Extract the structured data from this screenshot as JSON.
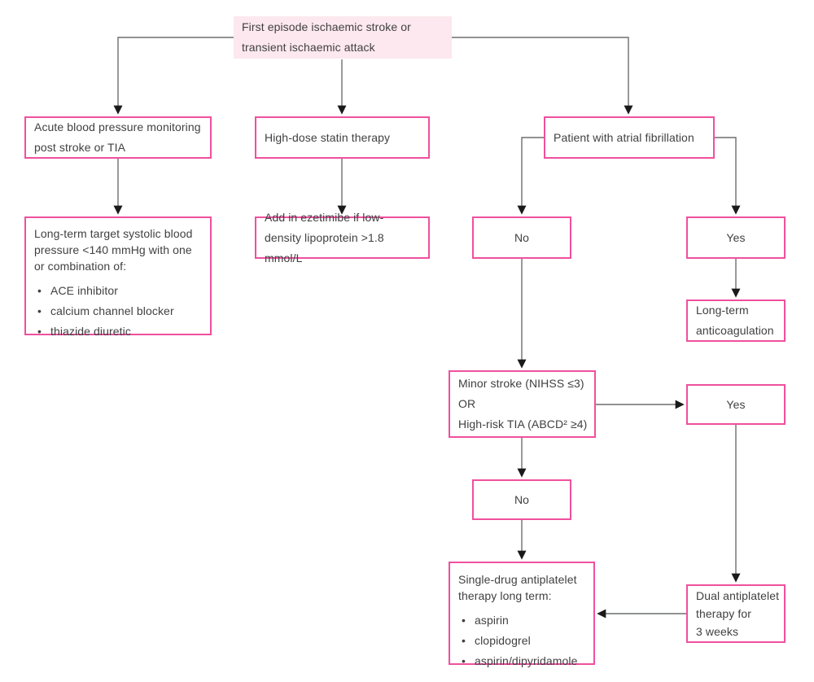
{
  "colors": {
    "box_border_pink": "#f0509e",
    "start_box_fill": "#fce8ee",
    "connector_gray": "#6d6e71",
    "arrowhead_black": "#1a1a1a",
    "text_gray": "#414042"
  },
  "nodes": {
    "start": {
      "text": "First episode ischaemic stroke or transient ischaemic attack"
    },
    "acute_bp": {
      "text": "Acute blood pressure monitoring post stroke or TIA"
    },
    "statin": {
      "text": "High-dose statin therapy"
    },
    "af": {
      "text": "Patient with atrial fibrillation"
    },
    "longterm_bp": {
      "text": "Long-term target systolic blood pressure <140 mmHg with one or combination of:",
      "bullets": [
        "ACE inhibitor",
        "calcium channel blocker",
        "thiazide diuretic"
      ]
    },
    "ezetimibe": {
      "text": "Add in ezetimibe if low-density lipoprotein >1.8 mmol/L"
    },
    "af_no": {
      "text": "No"
    },
    "af_yes": {
      "text": "Yes"
    },
    "anticoagulation": {
      "text": "Long-term anticoagulation"
    },
    "minor_stroke": {
      "lines": [
        "Minor stroke (NIHSS ≤3)",
        "OR",
        "High-risk TIA (ABCD² ≥4)"
      ]
    },
    "minor_yes": {
      "text": "Yes"
    },
    "minor_no": {
      "text": "No"
    },
    "single_drug": {
      "text": "Single-drug antiplatelet therapy long term:",
      "bullets": [
        "aspirin",
        "clopidogrel",
        "aspirin/dipyridamole"
      ]
    },
    "dual": {
      "lines": [
        "Dual antiplatelet",
        "therapy for",
        "3 weeks"
      ]
    }
  }
}
